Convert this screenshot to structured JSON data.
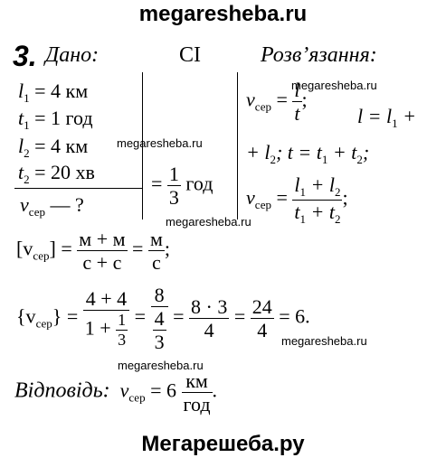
{
  "watermark_top": "megaresheba.ru",
  "watermark_bottom": "Мегарешеба.ру",
  "watermark_small": "megaresheba.ru",
  "problem_number": "3.",
  "header": {
    "given": "Дано:",
    "si": "CI",
    "solution": "Розв’язання:"
  },
  "given": {
    "l1": {
      "var": "l",
      "sub": "1",
      "eq": "= 4 км"
    },
    "t1": {
      "var": "t",
      "sub": "1",
      "eq": "= 1 год"
    },
    "l2": {
      "var": "l",
      "sub": "2",
      "eq": "= 4 км"
    },
    "t2": {
      "var": "t",
      "sub": "2",
      "eq": "= 20 хв"
    },
    "find": {
      "var": "v",
      "sub": "сер",
      "eq": "— ?"
    }
  },
  "si": {
    "eq": "=",
    "num": "1",
    "den": "3",
    "unit": "год"
  },
  "solution": {
    "f1": {
      "var": "v",
      "sub": "сер",
      "eq": "=",
      "num": "l",
      "den": "t",
      "tail": ";"
    },
    "f2": {
      "a": "l = l",
      "a_sub": "1",
      "b": "+"
    },
    "f3": {
      "a": "+ l",
      "a_sub": "2",
      "b": "; t = t",
      "b_sub": "1",
      "c": "+ t",
      "c_sub": "2",
      "d": ";"
    },
    "f4": {
      "var": "v",
      "sub": "сер",
      "eq": "=",
      "num_a": "l",
      "num_a_sub": "1",
      "num_plus": "+ l",
      "num_b_sub": "2",
      "den_a": "t",
      "den_a_sub": "1",
      "den_plus": "+ t",
      "den_b_sub": "2",
      "tail": ";"
    }
  },
  "units": {
    "lhs_open": "[v",
    "lhs_sub": "сер",
    "lhs_close": "] =",
    "frac1_num": "м + м",
    "frac1_den": "с + с",
    "eq": "=",
    "frac2_num": "м",
    "frac2_den": "с",
    "tail": ";"
  },
  "calc": {
    "lhs_open": "{v",
    "lhs_sub": "сер",
    "lhs_close": "} =",
    "f1_num": "4 + 4",
    "f1_den_a": "1 +",
    "f1_den_num": "1",
    "f1_den_den": "3",
    "eq": "=",
    "f2_num": "8",
    "f2_den_num": "4",
    "f2_den_den": "3",
    "f3_num": "8 · 3",
    "f3_den": "4",
    "f4_num": "24",
    "f4_den": "4",
    "result": "= 6."
  },
  "answer": {
    "label": "Відповідь:",
    "var": "v",
    "sub": "сер",
    "eq": "= 6",
    "unit_num": "км",
    "unit_den": "год",
    "tail": "."
  }
}
